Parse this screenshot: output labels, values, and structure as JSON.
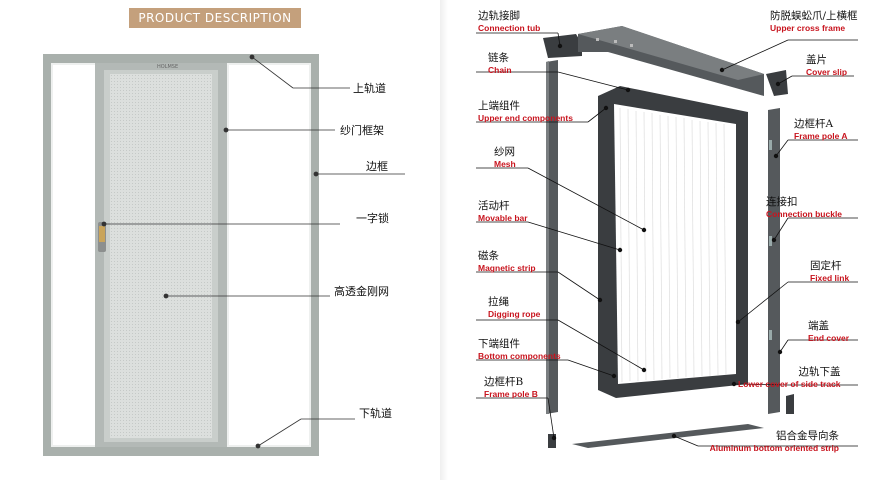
{
  "left": {
    "badge": "PRODUCT DESCRIPTION",
    "brand_mark": "HOLMSE",
    "callouts": [
      "上轨道",
      "纱门框架",
      "边框",
      "一字锁",
      "高透金刚网",
      "下轨道"
    ]
  },
  "right": {
    "labels": [
      {
        "cn": "边轨接脚",
        "en": "Connection tub"
      },
      {
        "cn": "防脱蜈蚣爪/上横框",
        "en": "Upper cross frame"
      },
      {
        "cn": "链条",
        "en": "Chain"
      },
      {
        "cn": "盖片",
        "en": "Cover slip"
      },
      {
        "cn": "上端组件",
        "en": "Upper end components"
      },
      {
        "cn": "边框杆A",
        "en": "Frame pole A"
      },
      {
        "cn": "纱网",
        "en": "Mesh"
      },
      {
        "cn": "活动杆",
        "en": "Movable bar"
      },
      {
        "cn": "连接扣",
        "en": "Connection buckle"
      },
      {
        "cn": "磁条",
        "en": "Magnetic strip"
      },
      {
        "cn": "固定杆",
        "en": "Fixed link"
      },
      {
        "cn": "拉绳",
        "en": "Digging rope"
      },
      {
        "cn": "端盖",
        "en": "End cover"
      },
      {
        "cn": "下端组件",
        "en": "Bottom components"
      },
      {
        "cn": "边轨下盖",
        "en": "Lower cover of side track"
      },
      {
        "cn": "边框杆B",
        "en": "Frame pole B"
      },
      {
        "cn": "铝合金导向条",
        "en": "Aluminum bottom oriented strip"
      }
    ]
  },
  "colors": {
    "badge": "#c4a07c",
    "frame_grey": "#a9b0ac",
    "frame_dark": "#3a3d40",
    "label_red": "#c8141e"
  }
}
